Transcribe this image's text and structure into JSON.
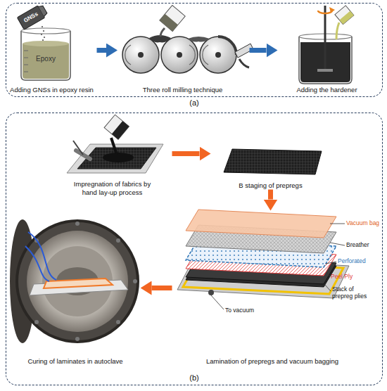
{
  "diagram": {
    "nodes": [
      {
        "text": [
          "(a)"
        ]
      },
      {
        "text": [
          "Adding GNSs in epoxy resin"
        ],
        "in": 0
      },
      {
        "text": [
          "Three roll milling technique"
        ],
        "in": 0
      },
      {
        "text": [
          "Adding the hardener"
        ],
        "in": 0
      },
      {
        "text": [
          "(b)"
        ]
      },
      {
        "text": [
          "Impregnation of fabrics by hand lay-up process"
        ],
        "in": 4
      },
      {
        "text": [
          "B staging of prepregs"
        ],
        "in": 4
      },
      {
        "text": [
          "Curing of laminates in autoclave"
        ],
        "in": 4
      },
      {
        "text": [
          "Lamination of prepregs and vacuum bagging"
        ],
        "in": 4
      }
    ],
    "edges": [
      {
        "from": 1,
        "to": 2,
        "arrow": "to"
      },
      {
        "from": 2,
        "to": 3,
        "arrow": "to"
      },
      {
        "from": 5,
        "to": 6,
        "arrow": "to"
      },
      {
        "from": 6,
        "to": 8,
        "arrow": "to"
      },
      {
        "from": 8,
        "to": 7,
        "arrow": "to"
      }
    ],
    "labels": [
      "GNSs",
      "Epoxy",
      "Vacuum bag",
      "Breather",
      "Perforated",
      "Peel Ply",
      "Stack of prepreg plies",
      "To vacuum"
    ]
  }
}
